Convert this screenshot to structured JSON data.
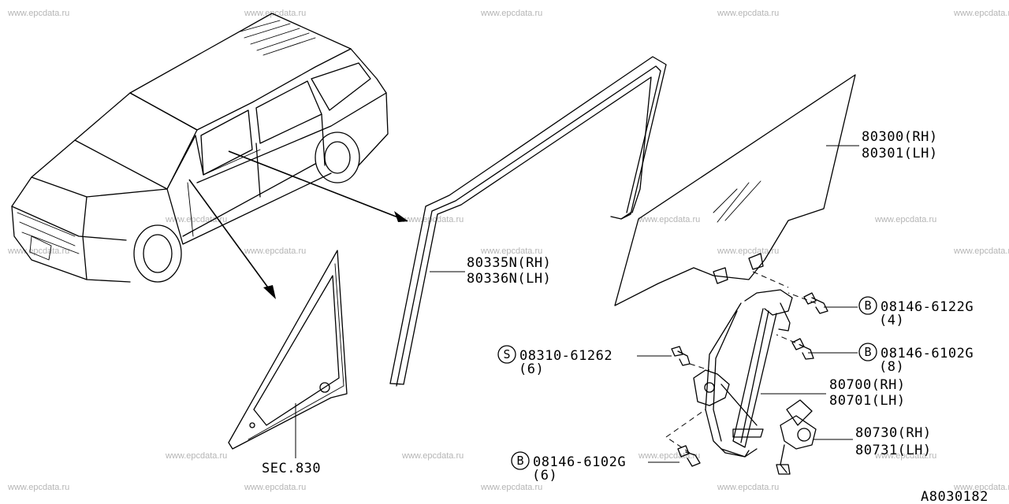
{
  "watermark": "www.epcdata.ru",
  "drawing_id": "A8030182",
  "parts": {
    "glass": {
      "rh": "80300(RH)",
      "lh": "80301(LH)"
    },
    "sash": {
      "rh": "80335N(RH)",
      "lh": "80336N(LH)"
    },
    "regulator": {
      "rh": "80700(RH)",
      "lh": "80701(LH)"
    },
    "motor": {
      "rh": "80730(RH)",
      "lh": "80731(LH)"
    },
    "section_ref": "SEC.830"
  },
  "fasteners": [
    {
      "symbol": "B",
      "part": "08146-6122G",
      "qty": "(4)"
    },
    {
      "symbol": "B",
      "part": "08146-6102G",
      "qty": "(8)"
    },
    {
      "symbol": "S",
      "part": "08310-61262",
      "qty": "(6)"
    },
    {
      "symbol": "B",
      "part": "08146-6102G",
      "qty": "(6)"
    }
  ]
}
